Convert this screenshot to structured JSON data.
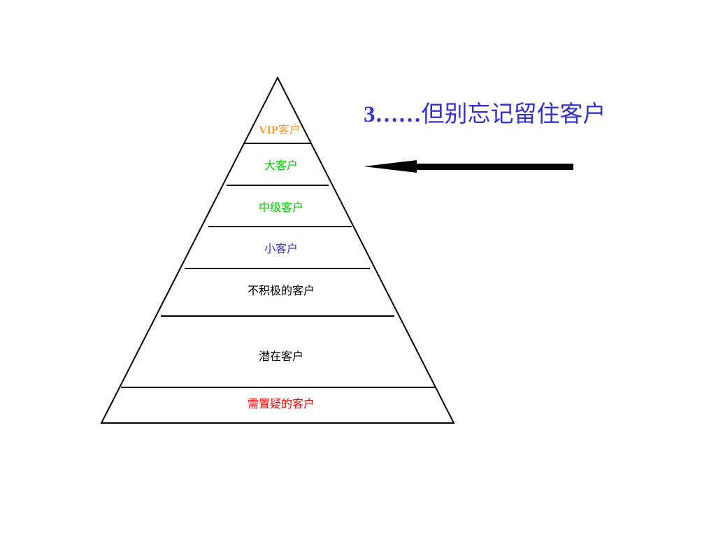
{
  "slide": {
    "title_prefix": "3……",
    "title_text": "但别忘记留住客户",
    "arrow_color": "#000000",
    "title_color": "#3333cc"
  },
  "pyramid": {
    "tiers": [
      {
        "label_latin": "VIP",
        "label": "客户",
        "color": "#ff9933"
      },
      {
        "label": "大客户",
        "color": "#00cc00"
      },
      {
        "label": "中级客户",
        "color": "#00cc00"
      },
      {
        "label": "小客户",
        "color": "#3333cc"
      },
      {
        "label": "不积极的客户",
        "color": "#000000"
      },
      {
        "label": "潜在客户",
        "color": "#000000"
      },
      {
        "label": "需置疑的客户",
        "color": "#ff0000"
      }
    ]
  }
}
